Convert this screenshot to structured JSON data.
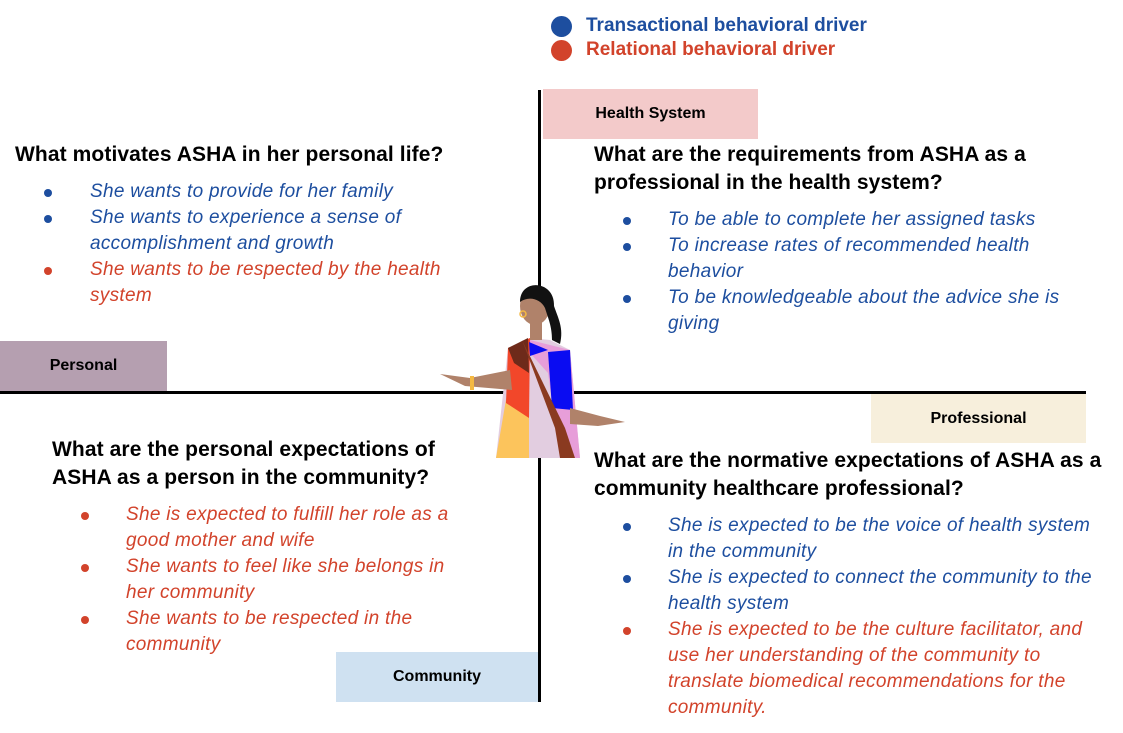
{
  "legend": [
    {
      "label": "Transactional behavioral driver",
      "color": "#1d4e9f"
    },
    {
      "label": "Relational behavioral driver",
      "color": "#d2432b"
    }
  ],
  "axis_labels": {
    "health_system": "Health System",
    "personal": "Personal",
    "professional": "Professional",
    "community": "Community"
  },
  "quadrants": {
    "personal_life": {
      "heading": "What motivates ASHA in her personal life?",
      "items": [
        {
          "text": "She wants to provide for her family",
          "type": "transactional"
        },
        {
          "text": "She wants to experience a sense of accomplishment and growth",
          "type": "transactional"
        },
        {
          "text": "She wants to be respected by the health system",
          "type": "relational"
        }
      ]
    },
    "health_system": {
      "heading": "What are the requirements from ASHA as a professional in the health system?",
      "items": [
        {
          "text": "To be able to complete her assigned tasks",
          "type": "transactional"
        },
        {
          "text": "To increase rates of recommended health behavior",
          "type": "transactional"
        },
        {
          "text": "To be knowledgeable about the advice she is giving",
          "type": "transactional"
        }
      ]
    },
    "community_personal": {
      "heading": "What are the personal expectations of ASHA as a person in the community?",
      "items": [
        {
          "text": "She is expected to fulfill her role as a good mother and wife",
          "type": "relational"
        },
        {
          "text": "She wants to feel like she belongs in her community",
          "type": "relational"
        },
        {
          "text": "She wants to be respected in the community",
          "type": "relational"
        }
      ]
    },
    "community_professional": {
      "heading": "What are the normative expectations of ASHA as a community healthcare professional?",
      "items": [
        {
          "text": "She is expected to be the voice of health system in the community",
          "type": "transactional"
        },
        {
          "text": "She is expected to connect the community to the health system",
          "type": "transactional"
        },
        {
          "text": "She is expected to be the culture facilitator, and use her understanding of the community to translate biomedical recommendations for the community.",
          "type": "relational"
        }
      ]
    }
  }
}
